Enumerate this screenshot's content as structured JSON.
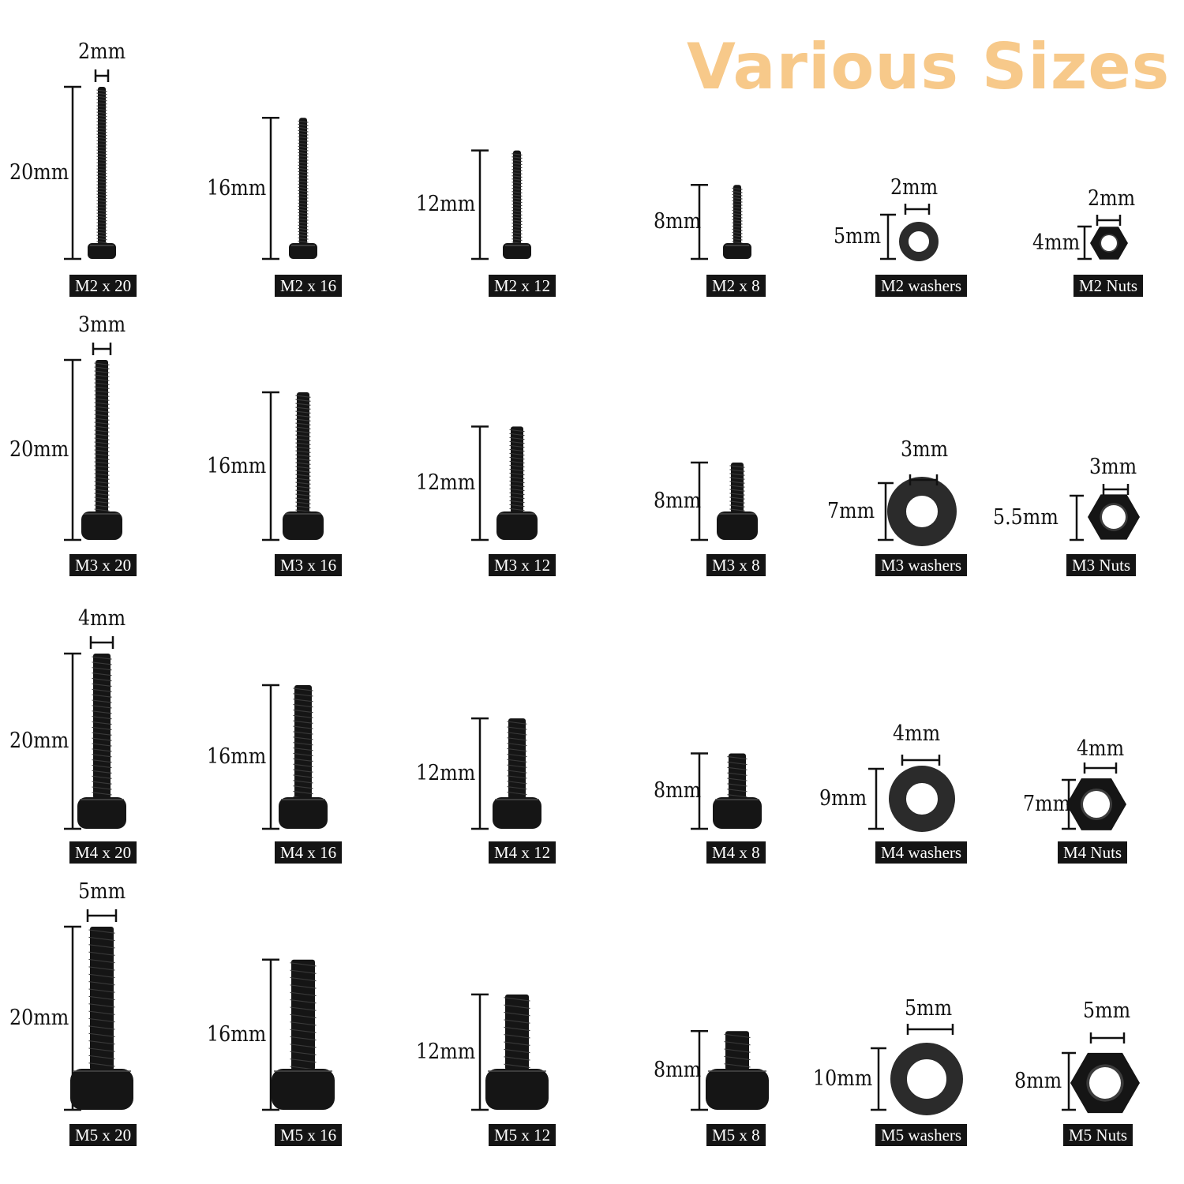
{
  "title": "Various Sizes",
  "colors": {
    "title": "#f7c98a",
    "part": "#151515",
    "label_bg": "#141414",
    "label_text": "#ffffff",
    "dim_line": "#111111"
  },
  "rows": [
    {
      "items": [
        {
          "type": "screw",
          "label": "M2 x 20",
          "length": "20mm",
          "width": "2mm"
        },
        {
          "type": "screw",
          "label": "M2 x 16",
          "length": "16mm"
        },
        {
          "type": "screw",
          "label": "M2 x 12",
          "length": "12mm"
        },
        {
          "type": "screw",
          "label": "M2 x 8",
          "length": "8mm"
        },
        {
          "type": "washer",
          "label": "M2 washers",
          "outer": "5mm",
          "inner": "2mm"
        },
        {
          "type": "nut",
          "label": "M2 Nuts",
          "outer": "4mm",
          "inner": "2mm"
        }
      ]
    },
    {
      "items": [
        {
          "type": "screw",
          "label": "M3 x 20",
          "length": "20mm",
          "width": "3mm"
        },
        {
          "type": "screw",
          "label": "M3 x 16",
          "length": "16mm"
        },
        {
          "type": "screw",
          "label": "M3 x 12",
          "length": "12mm"
        },
        {
          "type": "screw",
          "label": "M3 x 8",
          "length": "8mm"
        },
        {
          "type": "washer",
          "label": "M3 washers",
          "outer": "7mm",
          "inner": "3mm"
        },
        {
          "type": "nut",
          "label": "M3 Nuts",
          "outer": "5.5mm",
          "inner": "3mm"
        }
      ]
    },
    {
      "items": [
        {
          "type": "screw",
          "label": "M4 x 20",
          "length": "20mm",
          "width": "4mm"
        },
        {
          "type": "screw",
          "label": "M4 x 16",
          "length": "16mm"
        },
        {
          "type": "screw",
          "label": "M4 x 12",
          "length": "12mm"
        },
        {
          "type": "screw",
          "label": "M4 x 8",
          "length": "8mm"
        },
        {
          "type": "washer",
          "label": "M4 washers",
          "outer": "9mm",
          "inner": "4mm"
        },
        {
          "type": "nut",
          "label": "M4 Nuts",
          "outer": "7mm",
          "inner": "4mm"
        }
      ]
    },
    {
      "items": [
        {
          "type": "screw",
          "label": "M5 x 20",
          "length": "20mm",
          "width": "5mm"
        },
        {
          "type": "screw",
          "label": "M5 x 16",
          "length": "16mm"
        },
        {
          "type": "screw",
          "label": "M5 x 12",
          "length": "12mm"
        },
        {
          "type": "screw",
          "label": "M5 x 8",
          "length": "8mm"
        },
        {
          "type": "washer",
          "label": "M5 washers",
          "outer": "10mm",
          "inner": "5mm"
        },
        {
          "type": "nut",
          "label": "M5 Nuts",
          "outer": "8mm",
          "inner": "5mm"
        }
      ]
    }
  ]
}
